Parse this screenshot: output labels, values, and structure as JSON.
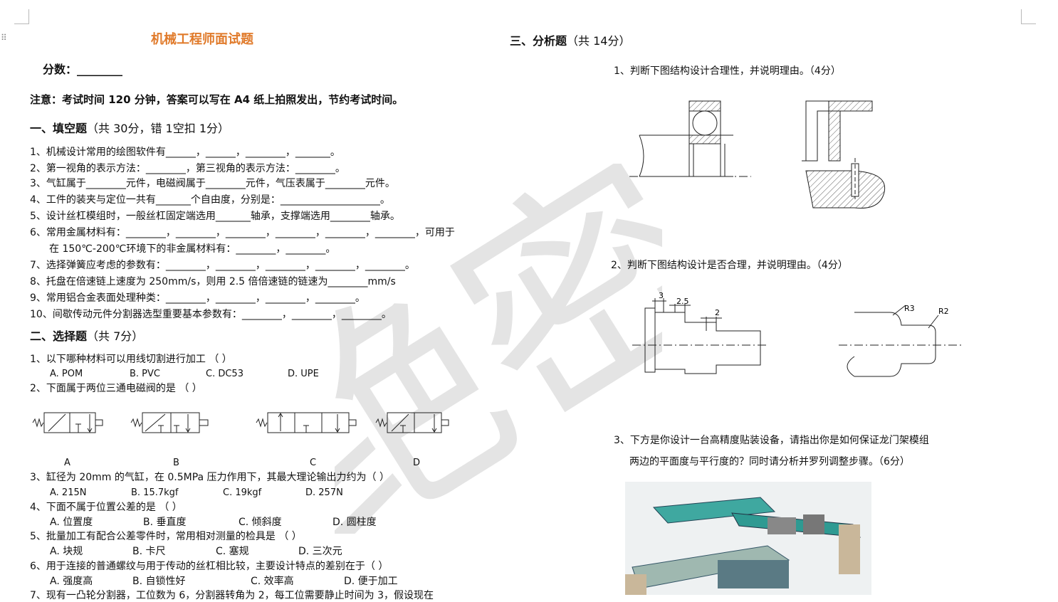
{
  "title": "机械工程师面试题",
  "score_label": "分数：________",
  "notice": "注意：考试时间 120 分钟，答案可以写在 A4 纸上拍照发出，节约考试时间。",
  "section1": {
    "heading": "一、填空题",
    "note": "（共 30分，错 1空扣 1分）",
    "items": [
      "1、机械设计常用的绘图软件有______，______，________，_______。",
      "2、第一视角的表示方法：________，第三视角的表示方法：________。",
      "3、气缸属于________元件，电磁阀属于________元件，气压表属于________元件。",
      "4、工件的装夹与定位一共有_______个自由度，分别是：____________________。",
      "5、设计丝杠模组时，一般丝杠固定端选用_______轴承，支撑端选用________轴承。",
      "6、常用金属材料有：________，________，________，________，________，________，可用于",
      "在 150℃-200℃环境下的非金属材料有：________，________。",
      "7、选择弹簧应考虑的参数有：________，________，________，________，________。",
      "8、托盘在倍速链上速度为 250mm/s，则用 2.5 倍倍速链的链速为________mm/s",
      "9、常用铝合金表面处理种类：________，________，________，________。",
      "10、间歇传动元件分割器选型重要基本参数有：________，________，________。"
    ]
  },
  "section2": {
    "heading": "二、选择题",
    "note": "（共 7分）",
    "q1": "1、以下哪种材料可以用线切割进行加工  （    ）",
    "q1_options": [
      "A. POM",
      "B. PVC",
      "C. DC53",
      "D. UPE"
    ],
    "q2": "2、下面属于两位三通电磁阀的是  （    ）",
    "q2_labels": [
      "A",
      "B",
      "C",
      "D"
    ],
    "q3": "3、缸径为 20mm 的气缸，在 0.5MPa 压力作用下，其最大理论输出力约为（    ）",
    "q3_options": [
      "A. 215N",
      "B. 15.7kgf",
      "C. 19kgf",
      "D. 257N"
    ],
    "q4": "4、下面不属于位置公差的是  （    ）",
    "q4_options": [
      "A. 位置度",
      "B. 垂直度",
      "C. 倾斜度",
      "D. 圆柱度"
    ],
    "q5": "5、批量加工有配合公差零件时，常用相对测量的检具是  （    ）",
    "q5_options": [
      "A. 块规",
      "B. 卡尺",
      "C. 塞规",
      "D. 三次元"
    ],
    "q6": "6、用于连接的普通螺纹与用于传动的丝杠相比较，主要设计特点的差别在于（    ）",
    "q6_options": [
      "A. 强度高",
      "B. 自锁性好",
      "C. 效率高",
      "D. 便于加工"
    ],
    "q7_partial": "7、现有一凸轮分割器，工位数为 6，分割器转角为 2，每工位需要静止时间为 3，假设现在"
  },
  "section3": {
    "heading": "三、分析题",
    "note": "（共 14分）",
    "q1": "1、判断下图结构设计合理性，并说明理由。（4分）",
    "q2": "2、判断下图结构设计是否合理，并说明理由。（4分）",
    "q2_dims": [
      "3",
      "2.5",
      "2"
    ],
    "q2_radii": [
      "R3",
      "R2"
    ],
    "q3_line1": "3、下方是你设计一台高精度贴装设备，请指出你是如何保证龙门架模组",
    "q3_line2": "两边的平面度与平行度的？同时请分析并罗列调整步骤。（6分）"
  },
  "watermark": "绝密"
}
